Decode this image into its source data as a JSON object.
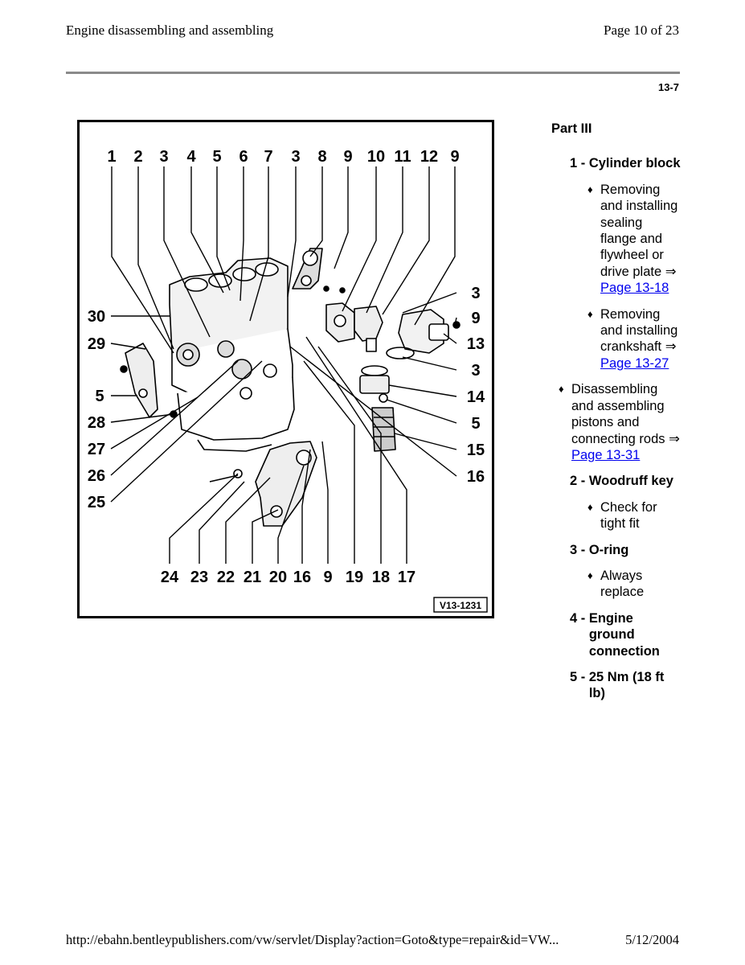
{
  "header": {
    "title": "Engine disassembling and assembling",
    "page": "Page 10 of 23"
  },
  "section_number": "13-7",
  "figure": {
    "code": "V13-1231",
    "top_labels": [
      "1",
      "2",
      "3",
      "4",
      "5",
      "6",
      "7",
      "3",
      "8",
      "9",
      "10",
      "11",
      "12",
      "9"
    ],
    "left_labels": [
      "30",
      "29",
      "5",
      "28",
      "27",
      "26",
      "25"
    ],
    "right_labels": [
      "3",
      "9",
      "13",
      "3",
      "14",
      "5",
      "15",
      "16"
    ],
    "bottom_labels": [
      "24",
      "23",
      "22",
      "21",
      "20",
      "16",
      "9",
      "19",
      "18",
      "17"
    ]
  },
  "sidebar": {
    "part_title": "Part III",
    "item1": {
      "num": "1 - ",
      "title": "Cylinder block"
    },
    "b1": {
      "diamond": "♦",
      "text": "Removing and installing sealing flange and flywheel or drive plate ⇒ ",
      "link": "Page 13-18"
    },
    "b2": {
      "diamond": "♦",
      "text": "Removing and installing crankshaft ⇒ ",
      "link": "Page 13-27"
    },
    "b3": {
      "diamond": "♦",
      "text": "Disassembling and assembling pistons and connecting rods ⇒ ",
      "link": "Page 13-31"
    },
    "item2": {
      "num": "2 - ",
      "title": "Woodruff key"
    },
    "b4": {
      "diamond": "♦",
      "text": "Check for tight fit"
    },
    "item3": {
      "num": "3 - ",
      "title": "O-ring"
    },
    "b5": {
      "diamond": "♦",
      "text": "Always replace"
    },
    "item4": {
      "num": "4 - ",
      "title": "Engine ground connection"
    },
    "item5": {
      "num": "5 - ",
      "title": "25 Nm (18 ft lb)"
    }
  },
  "footer": {
    "url": "http://ebahn.bentleypublishers.com/vw/servlet/Display?action=Goto&type=repair&id=VW...",
    "date": "5/12/2004"
  }
}
